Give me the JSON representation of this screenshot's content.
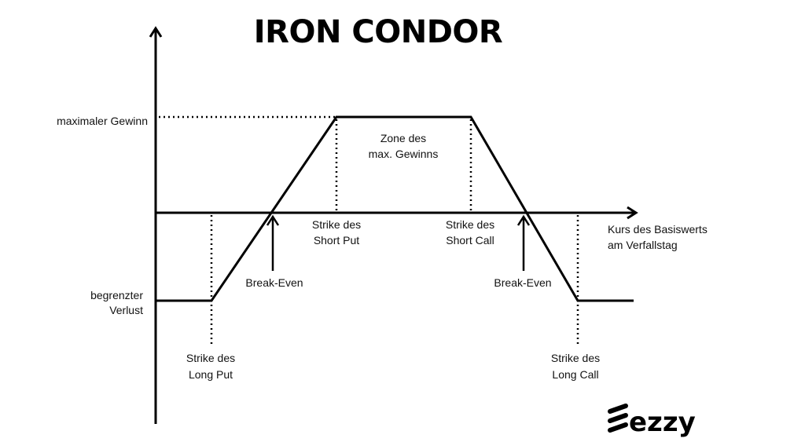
{
  "title": "IRON CONDOR",
  "labels": {
    "max_gain": "maximaler Gewinn",
    "limited_loss_1": "begrenzter",
    "limited_loss_2": "Verlust",
    "zone_1": "Zone des",
    "zone_2": "max.  Gewinns",
    "short_put_1": "Strike des",
    "short_put_2": "Short Put",
    "short_call_1": "Strike des",
    "short_call_2": "Short Call",
    "long_put_1": "Strike des",
    "long_put_2": "Long Put",
    "long_call_1": "Strike des",
    "long_call_2": "Long Call",
    "break_even_left": "Break-Even",
    "break_even_right": "Break-Even",
    "x_axis_1": "Kurs des Basiswerts",
    "x_axis_2": "am Verfallstag"
  },
  "brand": {
    "name": "ezzy",
    "icon": "ezzy-logo-icon"
  },
  "colors": {
    "line": "#000000",
    "text": "#111111",
    "background": "#ffffff"
  }
}
